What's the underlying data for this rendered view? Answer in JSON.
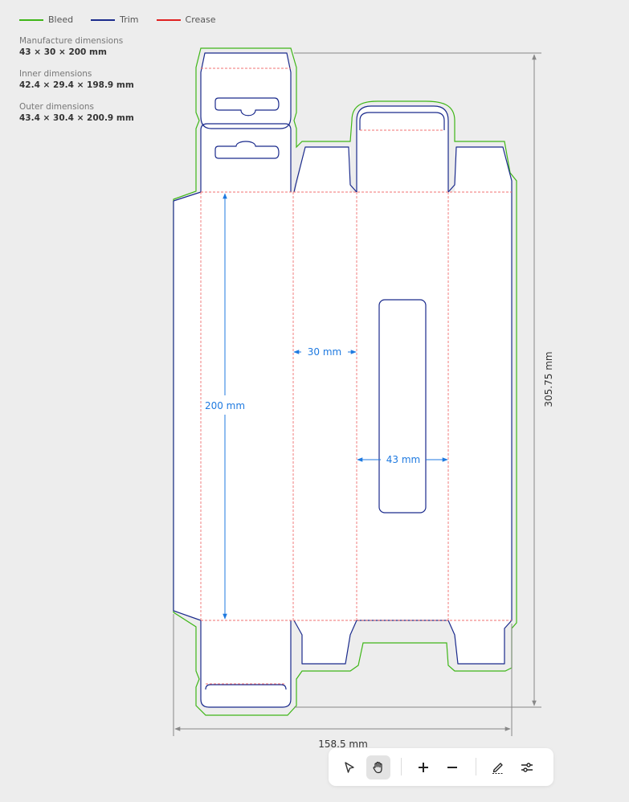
{
  "legend": [
    {
      "label": "Bleed",
      "color": "#3fb618"
    },
    {
      "label": "Trim",
      "color": "#1a2a8c"
    },
    {
      "label": "Crease",
      "color": "#e02020"
    }
  ],
  "dimensions": {
    "manufacture": {
      "label": "Manufacture dimensions",
      "value": "43 × 30 × 200 mm"
    },
    "inner": {
      "label": "Inner dimensions",
      "value": "42.4 × 29.4 × 198.9 mm"
    },
    "outer": {
      "label": "Outer dimensions",
      "value": "43.4 × 30.4 × 200.9 mm"
    }
  },
  "measurements": {
    "length": "200 mm",
    "depth": "30 mm",
    "width": "43 mm",
    "total_height": "305.75 mm",
    "total_width": "158.5 mm"
  },
  "colors": {
    "bleed": "#3fb618",
    "trim": "#1a2a8c",
    "crease": "#f07070",
    "dimension": "#1f7ae0",
    "overall_dimension": "#888888"
  },
  "toolbar": {
    "tools": [
      {
        "name": "pointer-icon",
        "active": false
      },
      {
        "name": "hand-icon",
        "active": true
      },
      {
        "name": "zoom-in-icon",
        "active": false
      },
      {
        "name": "zoom-out-icon",
        "active": false
      },
      {
        "name": "pen-icon",
        "active": false
      },
      {
        "name": "settings-sliders-icon",
        "active": false
      }
    ]
  }
}
